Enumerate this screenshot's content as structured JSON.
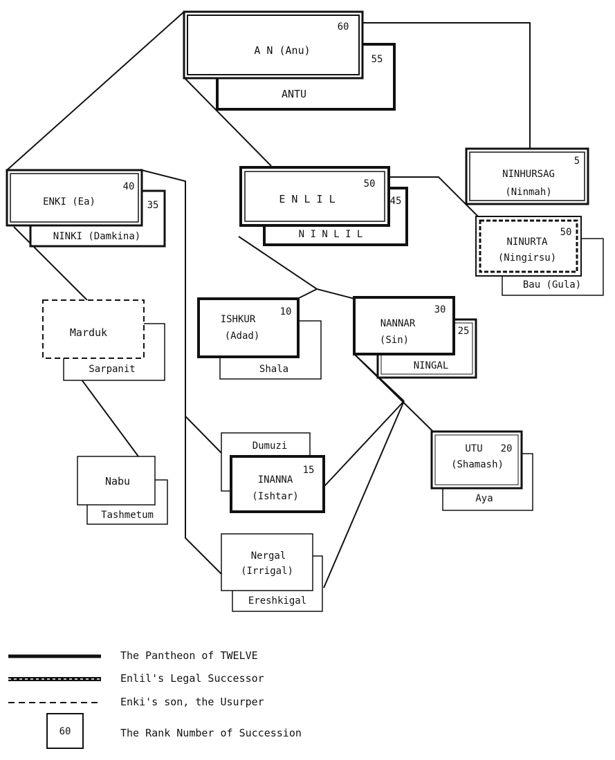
{
  "deities": {
    "an": {
      "label": "A N (Anu)",
      "rank": "60"
    },
    "antu": {
      "label": "ANTU",
      "rank": "55"
    },
    "enlil": {
      "label": "E N L I L",
      "rank": "50"
    },
    "ninlil": {
      "label": "N I N L I L",
      "rank": "45"
    },
    "enki": {
      "label": "ENKI (Ea)",
      "rank": "40"
    },
    "ninki": {
      "label": "NINKI (Damkina)",
      "rank": "35"
    },
    "ninhursag": {
      "label1": "NINHURSAG",
      "label2": "(Ninmah)",
      "rank": "5"
    },
    "ninurta": {
      "label1": "NINURTA",
      "label2": "(Ningirsu)",
      "rank": "50"
    },
    "bau": {
      "label": "Bau (Gula)"
    },
    "marduk": {
      "label": "Marduk"
    },
    "sarpanit": {
      "label": "Sarpanit"
    },
    "ishkur": {
      "label1": "ISHKUR",
      "label2": "(Adad)",
      "rank": "10"
    },
    "shala": {
      "label": "Shala"
    },
    "nannar": {
      "label1": "NANNAR",
      "label2": "(Sin)",
      "rank": "30"
    },
    "ningal": {
      "label": "NINGAL",
      "rank": "25"
    },
    "dumuzi": {
      "label": "Dumuzi"
    },
    "inanna": {
      "label1": "INANNA",
      "label2": "(Ishtar)",
      "rank": "15"
    },
    "utu": {
      "label1": "UTU",
      "label2": "(Shamash)",
      "rank": "20"
    },
    "aya": {
      "label": "Aya"
    },
    "nabu": {
      "label": "Nabu"
    },
    "tashmetum": {
      "label": "Tashmetum"
    },
    "nergal": {
      "label1": "Nergal",
      "label2": "(Irrigal)"
    },
    "ereshkigal": {
      "label": "Ereshkigal"
    }
  },
  "legend": {
    "twelve": "The Pantheon of TWELVE",
    "successor": "Enlil's Legal Successor",
    "usurper": "Enki's son, the Usurper",
    "rank_sample": "60",
    "rank": "The Rank Number of Succession"
  }
}
